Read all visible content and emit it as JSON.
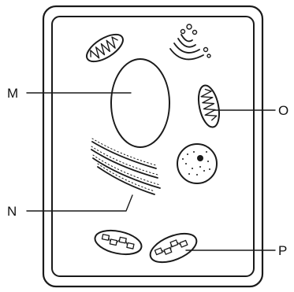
{
  "labels": {
    "m": "M",
    "n": "N",
    "o": "O",
    "p": "P"
  },
  "colors": {
    "ink": "#1a1a1a",
    "background": "#ffffff"
  }
}
